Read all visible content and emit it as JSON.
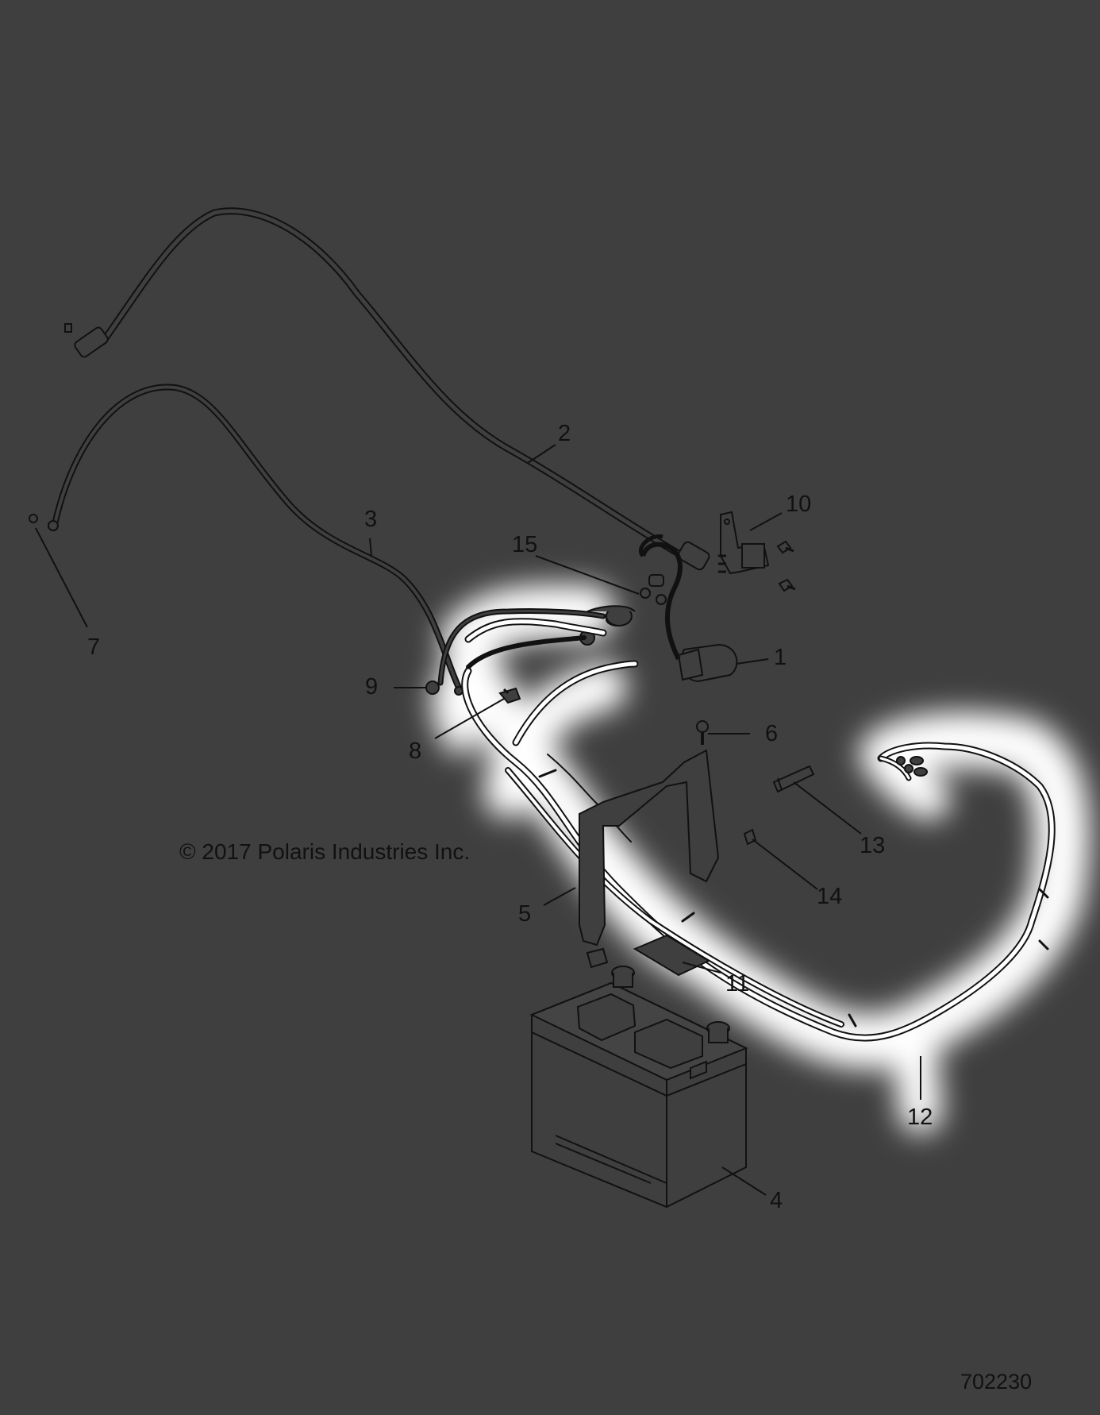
{
  "copyright": "© 2017 Polaris Industries Inc.",
  "figure_number": "702230",
  "callouts": {
    "c1": "1",
    "c2": "2",
    "c3": "3",
    "c4": "4",
    "c5": "5",
    "c6": "6",
    "c7": "7",
    "c8": "8",
    "c9": "9",
    "c10": "10",
    "c11": "11",
    "c12": "12",
    "c13": "13",
    "c14": "14",
    "c15": "15"
  },
  "colors": {
    "background": "#3f3f3f",
    "line": "#111111",
    "highlight": "#ffffff"
  }
}
